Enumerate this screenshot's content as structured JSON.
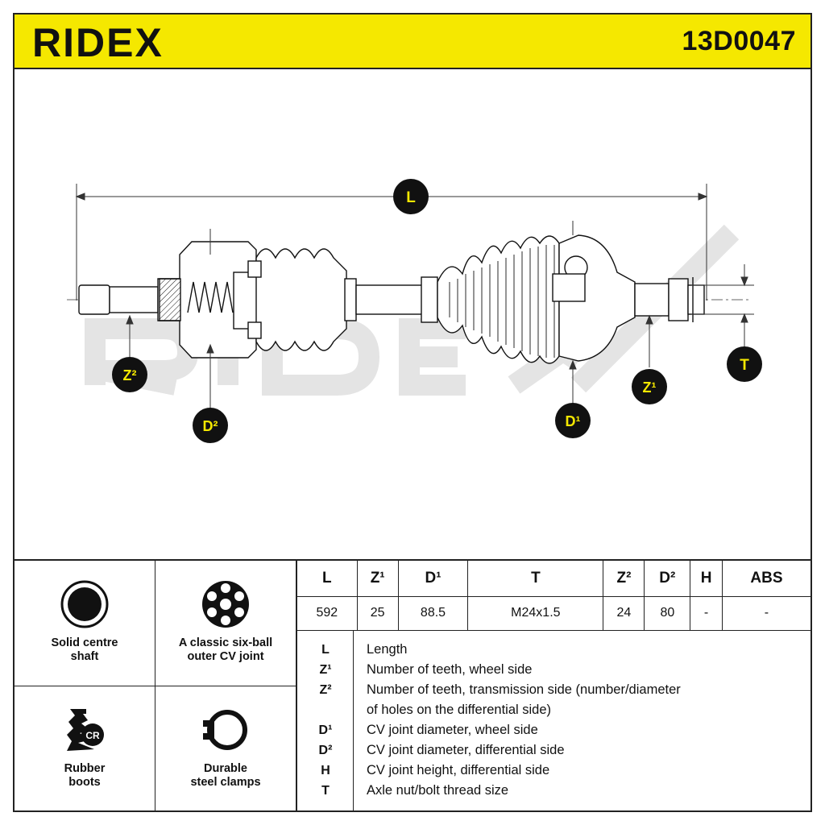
{
  "brand": {
    "name": "RIDEX",
    "part_number": "13D0047",
    "colors": {
      "header": "#f5e800",
      "ink": "#111111",
      "watermark": "#e6e6e6",
      "tag_fill": "#111111",
      "tag_text": "#f5e800"
    }
  },
  "drawing": {
    "tags": {
      "L": "L",
      "Z2": "Z²",
      "D2": "D²",
      "D1": "D¹",
      "Z1": "Z¹",
      "T": "T"
    }
  },
  "features": [
    {
      "icon": "solid-shaft-icon",
      "label_1": "Solid centre",
      "label_2": "shaft"
    },
    {
      "icon": "six-ball-joint-icon",
      "label_1": "A classic six-ball",
      "label_2": "outer CV joint"
    },
    {
      "icon": "rubber-boot-icon",
      "label_1": "Rubber",
      "label_2": "boots",
      "badge": "CR"
    },
    {
      "icon": "steel-clamp-icon",
      "label_1": "Durable",
      "label_2": "steel clamps"
    }
  ],
  "spec_table": {
    "headers": [
      "L",
      "Z¹",
      "D¹",
      "T",
      "Z²",
      "D²",
      "H",
      "ABS"
    ],
    "values": [
      "592",
      "25",
      "88.5",
      "M24x1.5",
      "24",
      "80",
      "-",
      "-"
    ]
  },
  "legend": [
    {
      "key": "L",
      "text": "Length"
    },
    {
      "key": "Z¹",
      "text": "Number of teeth, wheel side"
    },
    {
      "key": "Z²",
      "text": "Number of teeth, transmission side (number/diameter"
    },
    {
      "key": "",
      "text": "of holes on the differential side)"
    },
    {
      "key": "D¹",
      "text": "CV joint diameter, wheel side"
    },
    {
      "key": "D²",
      "text": "CV joint diameter, differential side"
    },
    {
      "key": "H",
      "text": "CV joint height, differential side"
    },
    {
      "key": "T",
      "text": "Axle nut/bolt thread size"
    }
  ]
}
